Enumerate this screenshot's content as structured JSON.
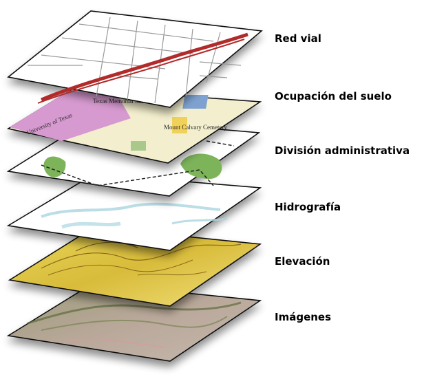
{
  "layers": [
    {
      "label": "Red vial"
    },
    {
      "label": "Ocupación del suelo"
    },
    {
      "label": "División administrativa"
    },
    {
      "label": "Hidrografía"
    },
    {
      "label": "Elevación"
    },
    {
      "label": "Imágenes"
    }
  ],
  "map_labels": {
    "stadium": "Texas Memorial Stadium",
    "university": "University of Texas",
    "center": "Mount Calvary Cemetery"
  }
}
